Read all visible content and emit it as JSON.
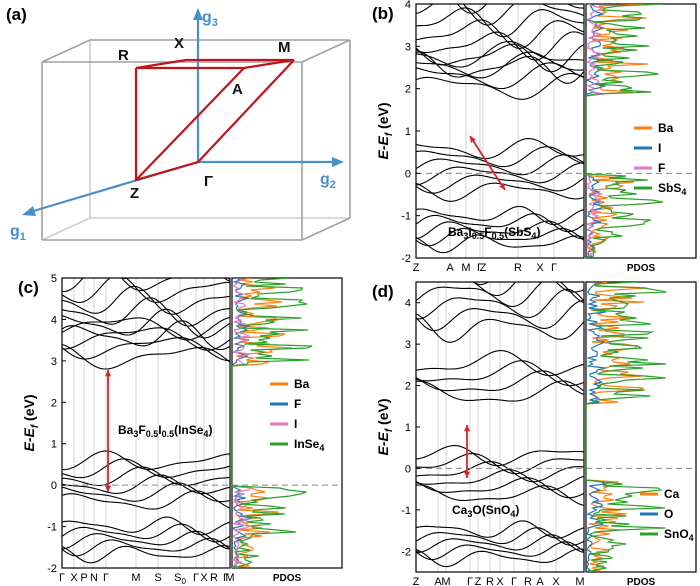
{
  "figure": {
    "panel_labels": [
      "(a)",
      "(b)",
      "(c)",
      "(d)"
    ],
    "colors": {
      "Ba": "#ff7f0e",
      "Ca": "#ff7f0e",
      "I": "#1f77b4",
      "O": "#1f77b4",
      "F": "#e377c2",
      "SbS4": "#2ca02c",
      "InSe4": "#2ca02c",
      "SnO4": "#2ca02c",
      "band": "#000000",
      "arrow": "#d62728",
      "bz_box": "#a0a0a0",
      "bz_red": "#c0141c",
      "axis_blue": "#4a90c8"
    }
  },
  "panel_a": {
    "label": "(a)",
    "points": [
      "R",
      "X",
      "A",
      "M",
      "Z",
      "Γ"
    ],
    "axes": [
      {
        "main": "g",
        "sub": "3"
      },
      {
        "main": "g",
        "sub": "2"
      },
      {
        "main": "g",
        "sub": "1"
      }
    ]
  },
  "panels": [
    {
      "id": "b",
      "label": "(b)",
      "ylabel": {
        "main": "E-E",
        "sub": "f",
        "unit": " (eV)"
      },
      "ylim": [
        -2,
        4
      ],
      "yticks": [
        "-2",
        "-1",
        "0",
        "1",
        "2",
        "3",
        "4"
      ],
      "kpoints": [
        "Z",
        "A",
        "M",
        "Γ",
        "Z",
        "R",
        "X",
        "Γ"
      ],
      "material": [
        {
          "t": "Ba",
          "s": false
        },
        {
          "t": "3",
          "s": true
        },
        {
          "t": "I",
          "s": false
        },
        {
          "t": "0.5",
          "s": true
        },
        {
          "t": "F",
          "s": false
        },
        {
          "t": "0.5",
          "s": true
        },
        {
          "t": "(SbS",
          "s": false
        },
        {
          "t": "4",
          "s": true
        },
        {
          "t": ")",
          "s": false
        }
      ],
      "pdos_label": "PDOS",
      "legend": [
        {
          "name": [
            {
              "t": "Ba",
              "s": false
            }
          ],
          "color": "#ff7f0e"
        },
        {
          "name": [
            {
              "t": "I",
              "s": false
            }
          ],
          "color": "#1f77b4"
        },
        {
          "name": [
            {
              "t": "F",
              "s": false
            }
          ],
          "color": "#e377c2"
        },
        {
          "name": [
            {
              "t": "SbS",
              "s": false
            },
            {
              "t": "4",
              "s": true
            }
          ],
          "color": "#2ca02c"
        }
      ]
    },
    {
      "id": "c",
      "label": "(c)",
      "ylabel": {
        "main": "E-E",
        "sub": "f",
        "unit": " (eV)"
      },
      "ylim": [
        -2,
        5
      ],
      "yticks": [
        "-2",
        "-1",
        "0",
        "1",
        "2",
        "3",
        "4",
        "5"
      ],
      "kpoints": [
        "Γ",
        "X",
        "P",
        "N",
        "Γ",
        "M",
        "S",
        "S0",
        "Γ",
        "X",
        "R",
        "Γ",
        "M"
      ],
      "material": [
        {
          "t": "Ba",
          "s": false
        },
        {
          "t": "3",
          "s": true
        },
        {
          "t": "F",
          "s": false
        },
        {
          "t": "0.5",
          "s": true
        },
        {
          "t": "I",
          "s": false
        },
        {
          "t": "0.5",
          "s": true
        },
        {
          "t": "(InSe",
          "s": false
        },
        {
          "t": "4",
          "s": true
        },
        {
          "t": ")",
          "s": false
        }
      ],
      "pdos_label": "PDOS",
      "legend": [
        {
          "name": [
            {
              "t": "Ba",
              "s": false
            }
          ],
          "color": "#ff7f0e"
        },
        {
          "name": [
            {
              "t": "F",
              "s": false
            }
          ],
          "color": "#1f77b4"
        },
        {
          "name": [
            {
              "t": "I",
              "s": false
            }
          ],
          "color": "#e377c2"
        },
        {
          "name": [
            {
              "t": "InSe",
              "s": false
            },
            {
              "t": "4",
              "s": true
            }
          ],
          "color": "#2ca02c"
        }
      ]
    },
    {
      "id": "d",
      "label": "(d)",
      "ylabel": {
        "main": "E-E",
        "sub": "f",
        "unit": " (eV)"
      },
      "ylim": [
        -2.5,
        4.5
      ],
      "yticks": [
        "-2",
        "-1",
        "0",
        "1",
        "2",
        "3",
        "4"
      ],
      "kpoints": [
        "Z",
        "A",
        "M",
        "Γ",
        "Z",
        "R",
        "X",
        "Γ",
        "R",
        "A",
        "X",
        "M"
      ],
      "material": [
        {
          "t": "Ca",
          "s": false
        },
        {
          "t": "3",
          "s": true
        },
        {
          "t": "O(SnO",
          "s": false
        },
        {
          "t": "4",
          "s": true
        },
        {
          "t": ")",
          "s": false
        }
      ],
      "pdos_label": "PDOS",
      "legend": [
        {
          "name": [
            {
              "t": "Ca",
              "s": false
            }
          ],
          "color": "#ff7f0e"
        },
        {
          "name": [
            {
              "t": "O",
              "s": false
            }
          ],
          "color": "#1f77b4"
        },
        {
          "name": [
            {
              "t": "SnO",
              "s": false
            },
            {
              "t": "4",
              "s": true
            }
          ],
          "color": "#2ca02c"
        }
      ]
    }
  ]
}
